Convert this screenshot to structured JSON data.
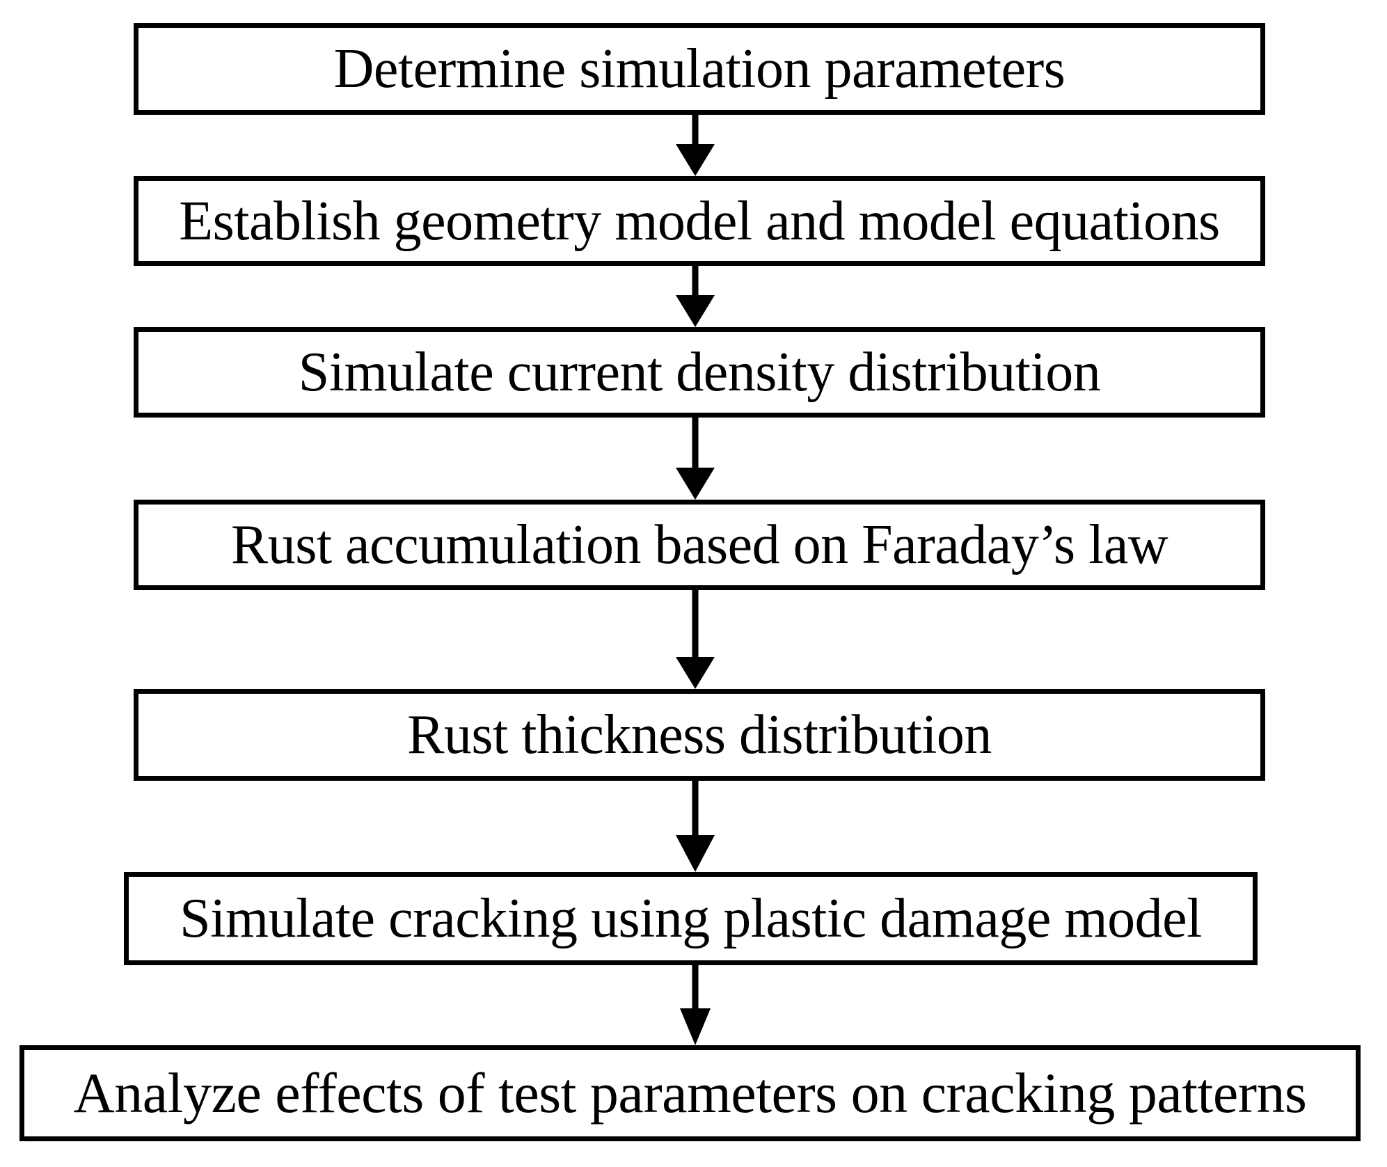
{
  "diagram": {
    "title": "Simulation workflow flowchart",
    "type": "flowchart",
    "orientation": "top-to-bottom",
    "colors": {
      "background": "#ffffff",
      "box_fill": "#ffffff",
      "box_stroke": "#000000",
      "text": "#000000",
      "arrow": "#000000"
    },
    "nodes": [
      {
        "id": "step-1",
        "label": "Determine simulation parameters"
      },
      {
        "id": "step-2",
        "label": "Establish geometry model and model equations"
      },
      {
        "id": "step-3",
        "label": "Simulate current density distribution"
      },
      {
        "id": "step-4",
        "label": "Rust accumulation based on Faraday’s law"
      },
      {
        "id": "step-5",
        "label": "Rust thickness distribution"
      },
      {
        "id": "step-6",
        "label": "Simulate cracking using plastic damage model"
      },
      {
        "id": "step-7",
        "label": "Analyze effects of test parameters on cracking patterns"
      }
    ],
    "edges": [
      {
        "from": "step-1",
        "to": "step-2",
        "marker": "arrow-down"
      },
      {
        "from": "step-2",
        "to": "step-3",
        "marker": "arrow-down"
      },
      {
        "from": "step-3",
        "to": "step-4",
        "marker": "arrow-down"
      },
      {
        "from": "step-4",
        "to": "step-5",
        "marker": "arrow-down"
      },
      {
        "from": "step-5",
        "to": "step-6",
        "marker": "arrow-down"
      },
      {
        "from": "step-6",
        "to": "step-7",
        "marker": "arrow-down"
      }
    ]
  }
}
